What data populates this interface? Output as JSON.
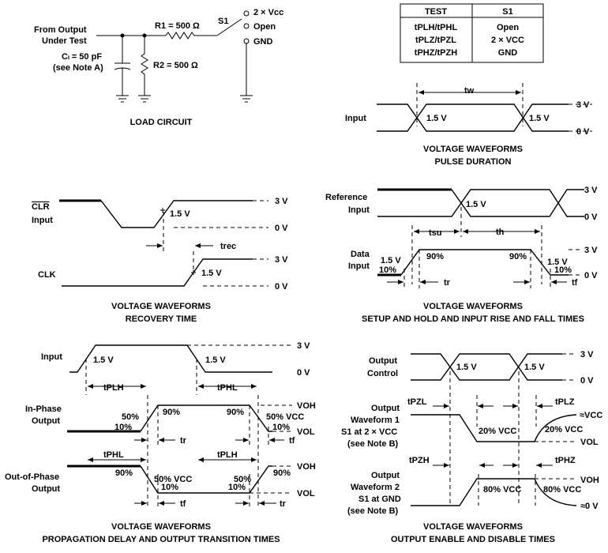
{
  "load_circuit": {
    "from_output_1": "From Output",
    "from_output_2": "Under Test",
    "cl_label": "Cₗ = 50 pF",
    "cl_note": "(see Note A)",
    "r1_label": "R1 = 500 Ω",
    "r2_label": "R2 = 500 Ω",
    "s1_label": "S1",
    "pos_2vcc": "2 × Vᴄᴄ",
    "pos_open": "Open",
    "pos_gnd": "GND",
    "caption": "LOAD CIRCUIT"
  },
  "table": {
    "headers": [
      "TEST",
      "S1"
    ],
    "rows": [
      [
        "tPLH/tPHL",
        "Open"
      ],
      [
        "tPLZ/tPZL",
        "2 × VCC"
      ],
      [
        "tPHZ/tPZH",
        "GND"
      ]
    ]
  },
  "pulse": {
    "input_label": "Input",
    "tw": "tw",
    "v15a": "1.5 V",
    "v15b": "1.5 V",
    "v3": "3 V",
    "v0": "0 V",
    "caption1": "VOLTAGE WAVEFORMS",
    "caption2": "PULSE DURATION"
  },
  "recovery": {
    "clr": "CLR",
    "input": "Input",
    "clk": "CLK",
    "v15a": "1.5 V",
    "v15b": "1.5 V",
    "trec": "trec",
    "v3a": "3 V",
    "v0a": "0 V",
    "v3b": "3 V",
    "v0b": "0 V",
    "caption1": "VOLTAGE WAVEFORMS",
    "caption2": "RECOVERY TIME"
  },
  "setup": {
    "ref1": "Reference",
    "ref2": "Input",
    "data1": "Data",
    "data2": "Input",
    "v15a": "1.5 V",
    "v15b": "1.5 V",
    "v15c": "1.5 V",
    "tsu": "tsu",
    "th": "th",
    "p90a": "90%",
    "p90b": "90%",
    "p10a": "10%",
    "p10b": "10%",
    "tr": "tr",
    "tf": "tf",
    "v3a": "3 V",
    "v0a": "0 V",
    "v3b": "3 V",
    "v0b": "0 V",
    "caption1": "VOLTAGE WAVEFORMS",
    "caption2": "SETUP AND HOLD AND INPUT RISE AND FALL TIMES"
  },
  "prop": {
    "input": "Input",
    "inphase1": "In-Phase",
    "inphase2": "Output",
    "outphase1": "Out-of-Phase",
    "outphase2": "Output",
    "v15a": "1.5 V",
    "v15b": "1.5 V",
    "tplh1": "tPLH",
    "tphl1": "tPHL",
    "tphl2": "tPHL",
    "tplh2": "tPLH",
    "p50a": "50%",
    "p10a": "10%",
    "p90a": "90%",
    "p90b": "90%",
    "p50vcc": "50% VCC",
    "p10b": "10%",
    "p90c": "90%",
    "p50vcc2": "50% VCC",
    "p10c": "10%",
    "p50b": "50%",
    "p10d": "10%",
    "p90d": "90%",
    "tr1": "tr",
    "tf1": "tf",
    "tr2": "tr",
    "tf2": "tf",
    "v3": "3 V",
    "v0": "0 V",
    "voh1": "VOH",
    "vol1": "VOL",
    "voh2": "VOH",
    "vol2": "VOL",
    "caption1": "VOLTAGE WAVEFORMS",
    "caption2": "PROPAGATION DELAY AND OUTPUT TRANSITION TIMES"
  },
  "enable": {
    "oc1": "Output",
    "oc2": "Control",
    "w1a": "Output",
    "w1b": "Waveform 1",
    "w1c": "S1 at 2 × VCC",
    "w1d": "(see Note B)",
    "w2a": "Output",
    "w2b": "Waveform 2",
    "w2c": "S1 at GND",
    "w2d": "(see Note B)",
    "v15a": "1.5 V",
    "v15b": "1.5 V",
    "tpzl": "tPZL",
    "tplz": "tPLZ",
    "tpzh": "tPZH",
    "tphz": "tPHZ",
    "p20a": "20% VCC",
    "p20b": "20% VCC",
    "p80a": "80% VCC",
    "p80b": "80% VCC",
    "v3": "3 V",
    "v0": "0 V",
    "vcc_approx": "≈VCC",
    "vol": "VOL",
    "voh": "VOH",
    "zero_approx": "≈0 V",
    "caption1": "VOLTAGE WAVEFORMS",
    "caption2": "OUTPUT ENABLE AND DISABLE TIMES"
  }
}
